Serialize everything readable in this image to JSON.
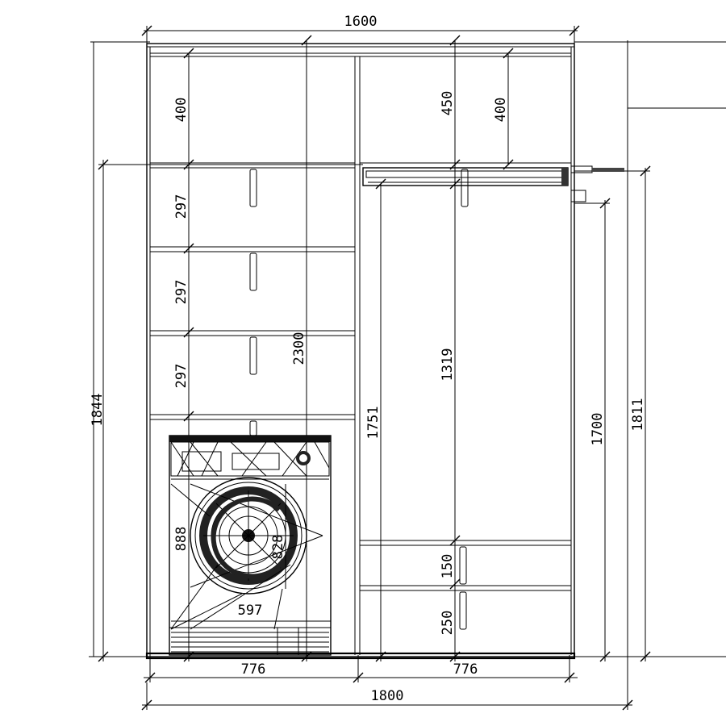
{
  "drawing": {
    "overall_width_top": "1600",
    "overall_width_bottom": "1800",
    "left_section_width": "776",
    "right_section_width": "776",
    "total_height": "2300",
    "left_height": "1844",
    "right_height_1811": "1811",
    "right_height_1700": "1700",
    "inner_height_1751": "1751",
    "mezzanine_left": "400",
    "mezzanine_right_a": "450",
    "mezzanine_right_b": "400",
    "drawer_1": "297",
    "drawer_2": "297",
    "drawer_3": "297",
    "hanging_space": "1319",
    "lower_drawer_1": "150",
    "lower_drawer_2": "250",
    "washer_height": "888",
    "washer_door": "828",
    "washer_width": "597"
  }
}
